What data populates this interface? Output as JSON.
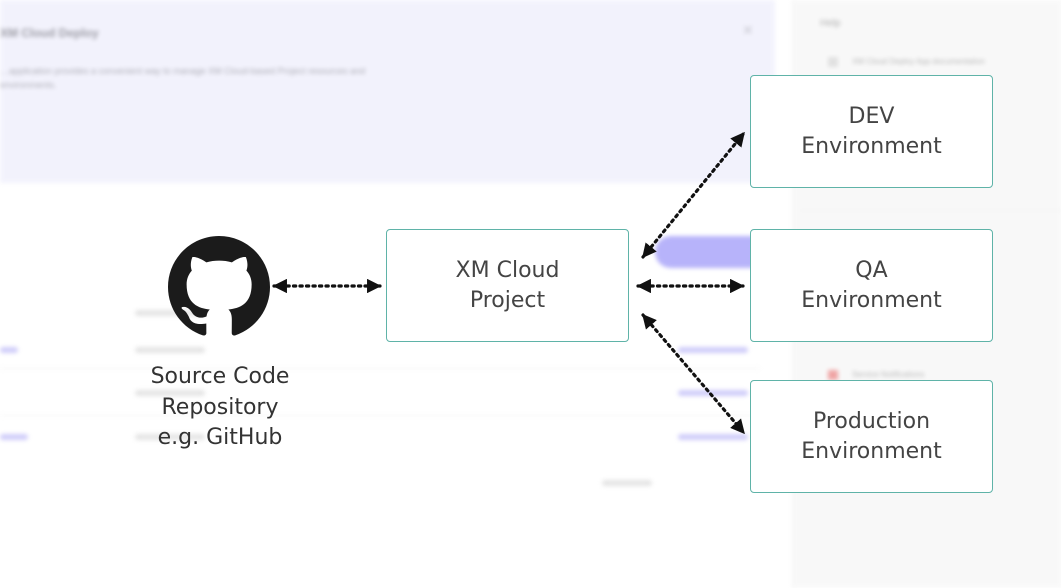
{
  "colors": {
    "box_border": "#5fb3a8",
    "arrow": "#111111",
    "github": "#1b1b1b",
    "text": "#444444"
  },
  "background": {
    "banner_title": "XM Cloud Deploy",
    "banner_text": "…application provides a convenient way to manage XM Cloud-based Project resources and environments.",
    "sidebar_heading": "Help",
    "sidebar_items": [
      "XM Cloud Deploy App documentation",
      "",
      "Service Notifications"
    ]
  },
  "diagram": {
    "source": {
      "icon": "github-icon",
      "lines": [
        "Source Code",
        "Repository",
        "e.g. GitHub"
      ]
    },
    "project": {
      "label": "XM Cloud\nProject"
    },
    "environments": [
      {
        "id": "dev",
        "label": "DEV\nEnvironment"
      },
      {
        "id": "qa",
        "label": "QA\nEnvironment"
      },
      {
        "id": "prod",
        "label": "Production\nEnvironment"
      }
    ],
    "connections": [
      {
        "from": "source",
        "to": "project",
        "style": "dotted",
        "bidirectional": true
      },
      {
        "from": "project",
        "to": "dev",
        "style": "dotted",
        "bidirectional": true
      },
      {
        "from": "project",
        "to": "qa",
        "style": "dotted",
        "bidirectional": true
      },
      {
        "from": "project",
        "to": "prod",
        "style": "dotted",
        "bidirectional": true
      }
    ]
  }
}
